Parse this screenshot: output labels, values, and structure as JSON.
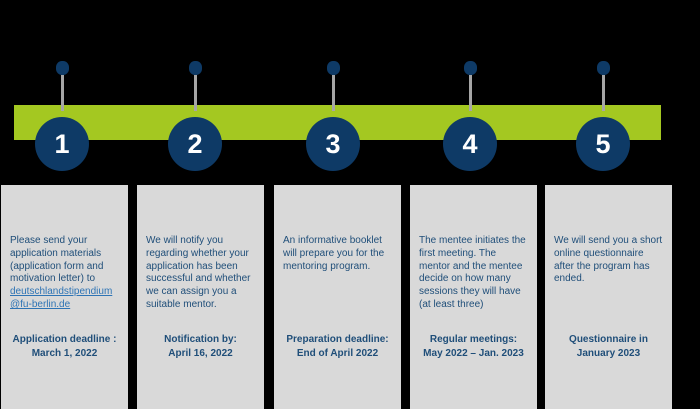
{
  "colors": {
    "background": "#000000",
    "bar_green": "#a4c821",
    "circle_navy": "#0e3a66",
    "stem_gray": "#a6a6a6",
    "card_gray": "#d9d9d9",
    "text_navy": "#1f4e79",
    "link_blue": "#2e74b5"
  },
  "steps": [
    {
      "number": "1",
      "body": "Please send your application materials (application form and motivation letter) to",
      "link_line1": "deutschlandstipendium",
      "link_line2": "@fu-berlin.de",
      "footer_line1": "Application deadline :",
      "footer_line2": "March 1, 2022"
    },
    {
      "number": "2",
      "body": "We will notify you regarding whether your application has been successful and whether we can assign you a suitable mentor.",
      "footer_line1": "Notification by:",
      "footer_line2": "April 16, 2022"
    },
    {
      "number": "3",
      "body": "An informative booklet will prepare you for the mentoring program.",
      "footer_line1": "Preparation deadline:",
      "footer_line2": "End of April 2022"
    },
    {
      "number": "4",
      "body": "The mentee initiates the first meeting. The mentor and the mentee decide on how many sessions they will have (at least three)",
      "footer_line1": "Regular meetings:",
      "footer_line2": "May 2022 – Jan. 2023"
    },
    {
      "number": "5",
      "body": "We will send you a short online questionnaire after the program has ended.",
      "footer_line1": "Questionnaire in",
      "footer_line2": "January 2023"
    }
  ]
}
